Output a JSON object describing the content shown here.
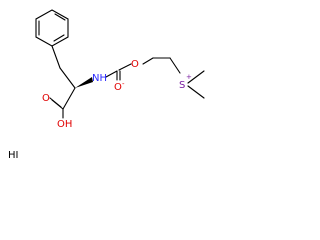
{
  "molecule": {
    "atoms": {
      "amide_n": "NH",
      "carbonyl_o": "O",
      "ester_o": "O",
      "sulfur": "S",
      "acid_o": "O",
      "acid_oh": "OH",
      "counter_ion": "HI"
    },
    "charges": {
      "sulfur_charge": "+",
      "carbonyl_charge": "-"
    },
    "colors": {
      "oxygen": "#e00000",
      "nitrogen": "#2b2bff",
      "sulfur": "#7a1fa2",
      "carbon": "#000000"
    }
  }
}
